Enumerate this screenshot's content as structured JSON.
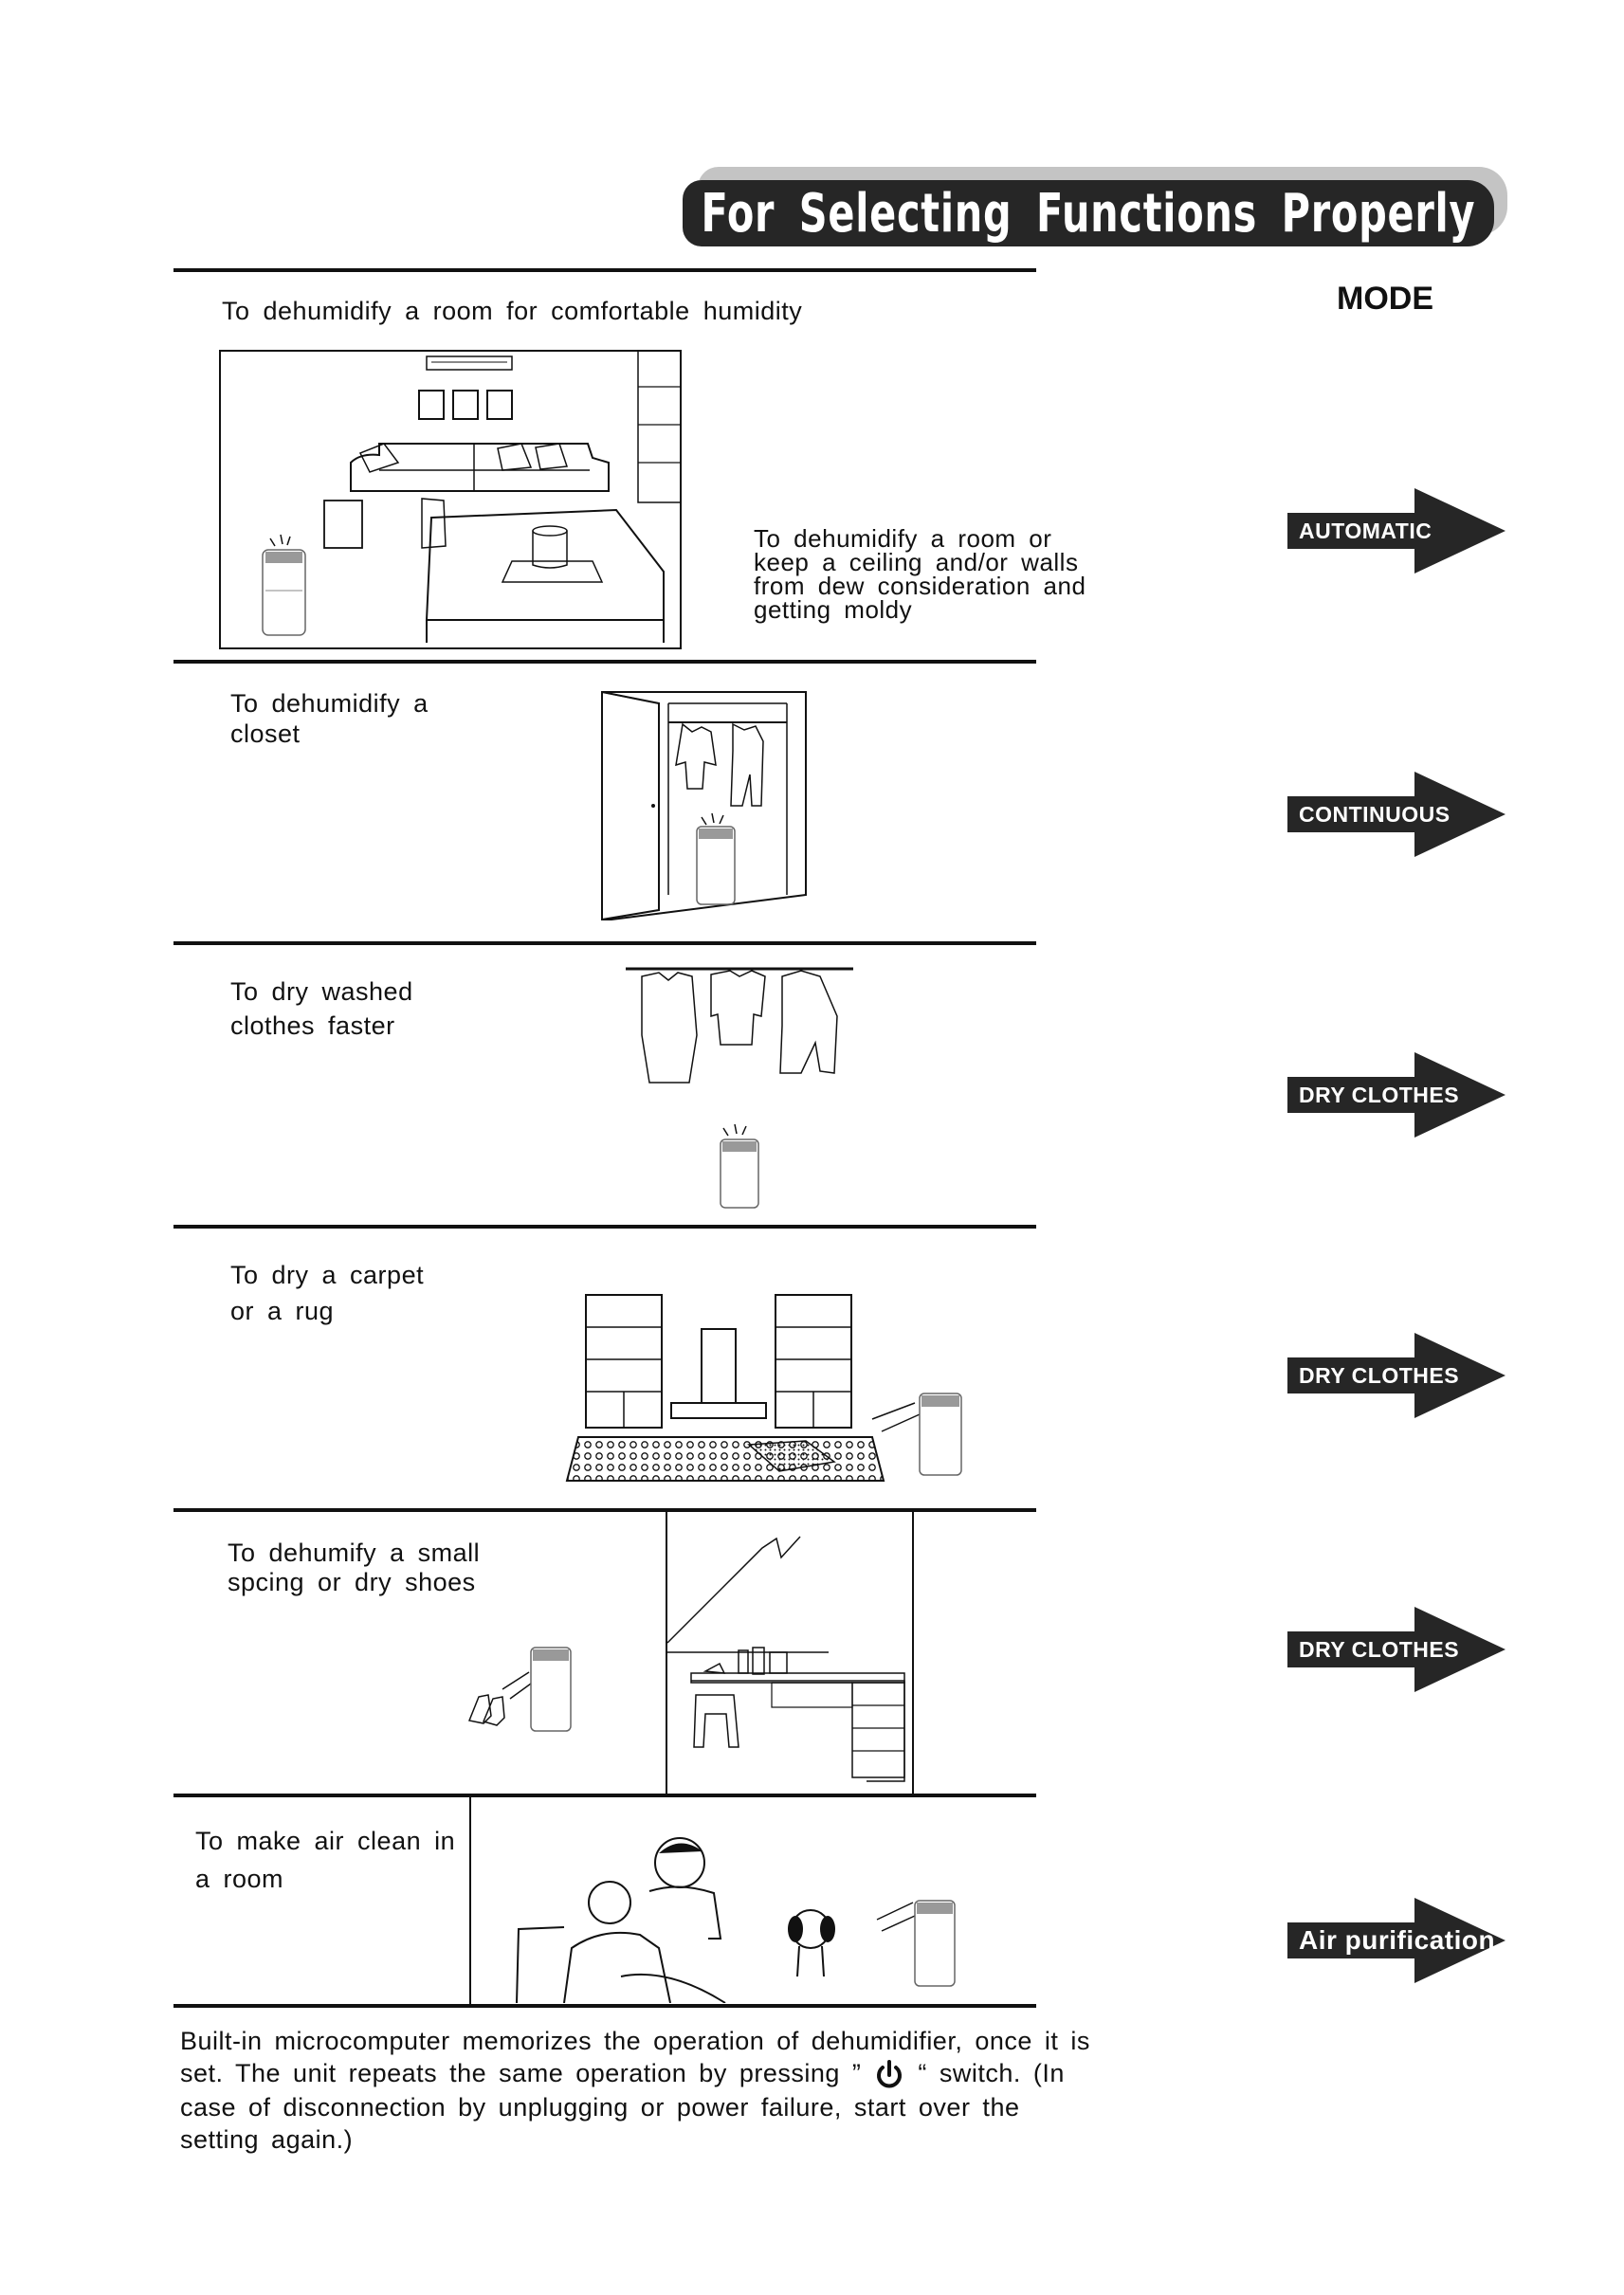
{
  "header": {
    "title": "For Selecting Functions Properly"
  },
  "mode_label": "MODE",
  "rows": [
    {
      "description": "To dehumidify a room for comfortable humidity",
      "side_note": "To dehumidify a  room or keep a ceiling and/or walls from dew consideration and getting moldy",
      "mode": "AUTOMATIC"
    },
    {
      "description": "To dehumidify a closet",
      "mode": "CONTINUOUS"
    },
    {
      "description": "To dry washed clothes faster",
      "mode": "DRY CLOTHES"
    },
    {
      "description": "To dry a carpet or a rug",
      "mode": "DRY CLOTHES"
    },
    {
      "description": "To dehumify a small spcing or dry shoes",
      "mode": "DRY CLOTHES"
    },
    {
      "description": "To make air clean in a room",
      "mode": "Air purification"
    }
  ],
  "footnote": {
    "before_icon": "Built-in microcomputer memorizes the operation of dehumidifier, once it is set. The unit repeats the same operation by pressing ”",
    "after_icon": "“ switch. (In case of disconnection by unplugging or power failure, start over the setting again.)"
  },
  "icons": [
    "power-icon"
  ],
  "colors": {
    "title_bar": "#262626",
    "title_shadow": "#c4c4c4",
    "arrow": "#262626"
  }
}
